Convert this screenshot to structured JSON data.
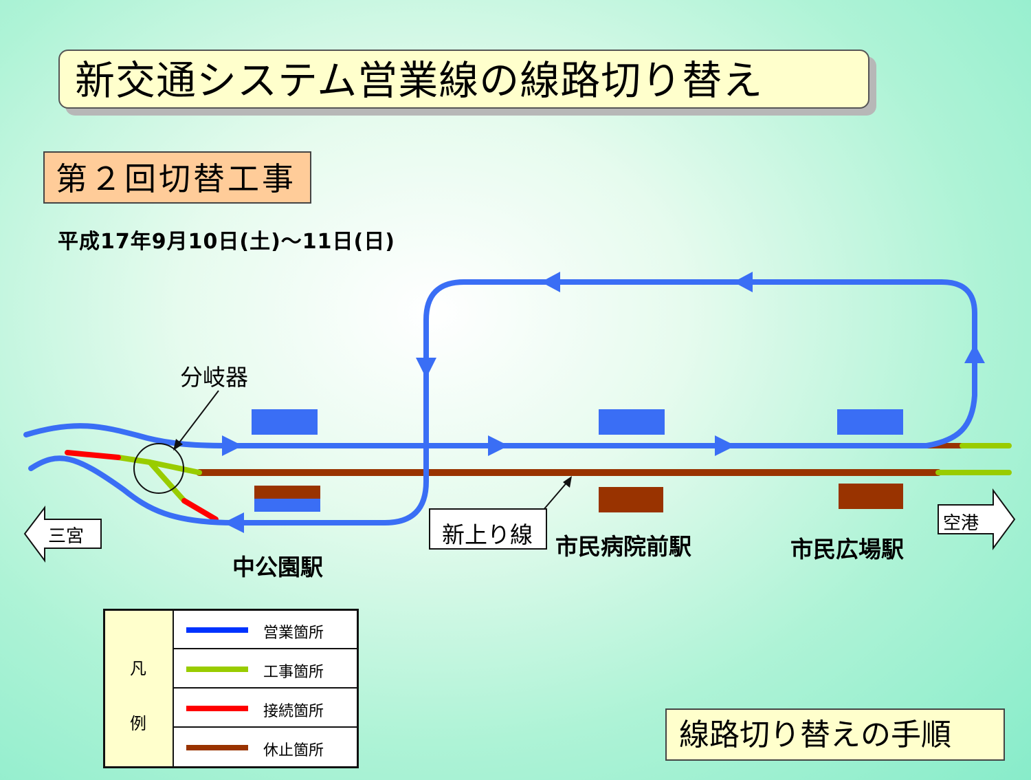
{
  "title": "新交通システム営業線の線路切り替え",
  "phase": "第２回切替工事",
  "date": "平成17年9月10日(土)～11日(日)",
  "labels": {
    "junction": "分岐器",
    "new_up_line": "新上り線",
    "left_destination": "三宮",
    "right_destination": "空港"
  },
  "stations": [
    {
      "name": "中公園駅"
    },
    {
      "name": "市民病院前駅"
    },
    {
      "name": "市民広場駅"
    }
  ],
  "legend": {
    "title_chars": [
      "凡",
      "例"
    ],
    "items": [
      {
        "label": "営業箇所",
        "color": "#0033ff"
      },
      {
        "label": "工事箇所",
        "color": "#99cc00"
      },
      {
        "label": "接続箇所",
        "color": "#ff0000"
      },
      {
        "label": "休止箇所",
        "color": "#993300"
      }
    ]
  },
  "colors": {
    "operating_track": "#3a6ef5",
    "suspended_track": "#993300",
    "construction_track": "#99cc00",
    "connection_track": "#ff0000"
  },
  "procedure_button": "線路切り替えの手順"
}
